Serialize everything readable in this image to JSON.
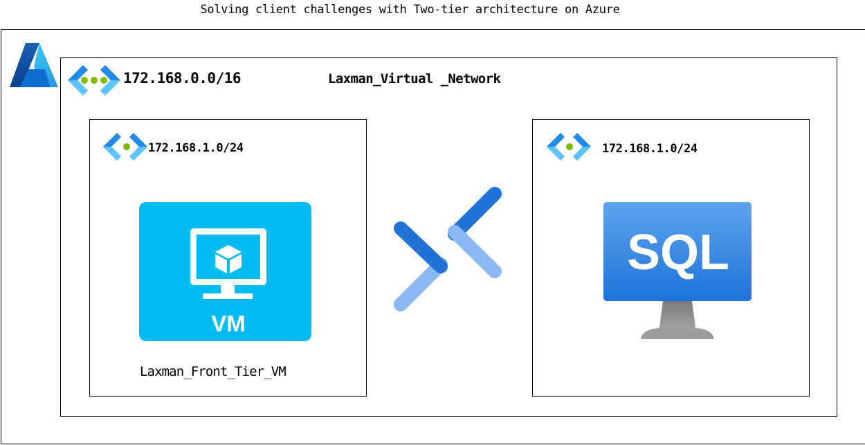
{
  "title": "Solving client challenges with Two-tier architecture on Azure",
  "vnet": {
    "cidr": "172.168.0.0/16",
    "name": "Laxman_Virtual _Network"
  },
  "subnet_front": {
    "cidr": "172.168.1.0/24",
    "vm_icon_label": "VM",
    "vm_name": "Laxman_Front_Tier_VM"
  },
  "subnet_back": {
    "cidr": "172.168.1.0/24",
    "sql_icon_label": "SQL"
  },
  "icons": {
    "cloud": "azure-logo-icon",
    "vnet": "virtual-network-icon",
    "subnet": "subnet-icon",
    "vm": "virtual-machine-icon",
    "peering": "vnet-peering-icon",
    "database": "sql-server-icon"
  },
  "colors": {
    "azure_blue": "#0078d4",
    "vm_tile": "#00bcf2",
    "network_green": "#7fba00",
    "sql_blue": "#3c8fe0"
  }
}
